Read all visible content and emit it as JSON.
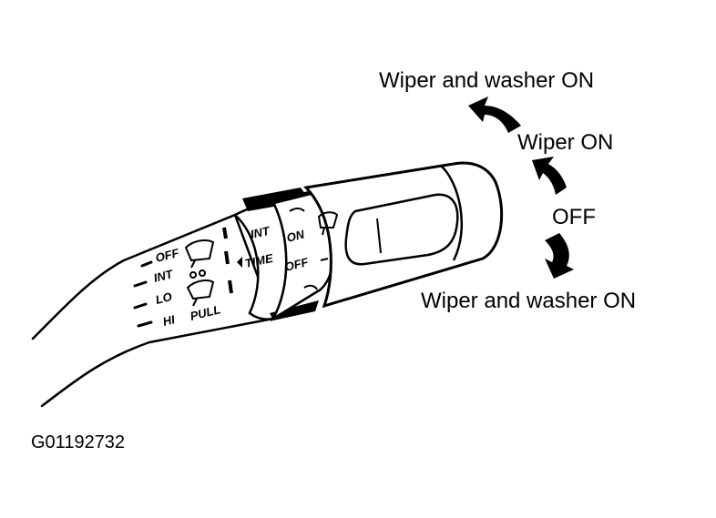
{
  "callouts": {
    "wiper_washer_up": "Wiper and washer ON",
    "wiper_on": "Wiper ON",
    "off": "OFF",
    "wiper_washer_down": "Wiper and washer ON"
  },
  "stalk": {
    "ring_labels": [
      "OFF",
      "INT",
      "LO",
      "HI"
    ],
    "pull_label": "PULL",
    "int_time_label": [
      "INT",
      "TIME"
    ],
    "rotary_labels": [
      "ON",
      "OFF"
    ]
  },
  "figure_id": "G01192732",
  "colors": {
    "ink": "#000000",
    "paper": "#ffffff"
  }
}
